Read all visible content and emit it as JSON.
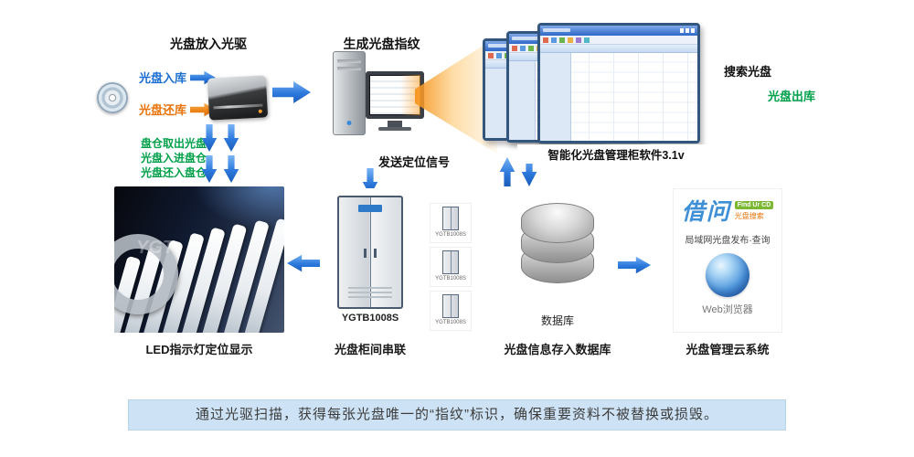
{
  "labels": {
    "drive_title": "光盘放入光驱",
    "fingerprint_title": "生成光盘指纹",
    "disc_in": "光盘入库",
    "disc_return": "光盘还库",
    "bins": [
      "盘仓取出光盘",
      "光盘入进盘仓",
      "光盘还入盘仓"
    ],
    "signal": "发送定位信号",
    "search": "搜索光盘",
    "disc_out": "光盘出库",
    "software": "智能化光盘管理柜软件3.1v"
  },
  "bottom": {
    "led_caption": "LED指示灯定位显示",
    "led_watermark": "YGT",
    "cabinet_model": "YGTB1008S",
    "cabinet_caption": "光盘柜间串联",
    "mini_model": "YGTB1008S",
    "db_label": "数据库",
    "db_caption": "光盘信息存入数据库",
    "cloud_logo": "借问",
    "cloud_badge": "Find Ur CD",
    "cloud_sub": "光盘搜索",
    "cloud_line": "局域网光盘发布·查询",
    "cloud_browser": "Web浏览器",
    "cloud_caption": "光盘管理云系统"
  },
  "footer": {
    "text": "通过光驱扫描，获得每张光盘唯一的“指纹”标识，确保重要资料不被替换或损毁。"
  },
  "colors": {
    "arrow_blue": "#2b78dc",
    "arrow_orange": "#ee8418",
    "text_blue": "#1b6ed2",
    "text_orange": "#e8730a",
    "text_green": "#00a04a",
    "monitor_bar": "#3068c8",
    "footer_bg": "#cde3f5"
  }
}
